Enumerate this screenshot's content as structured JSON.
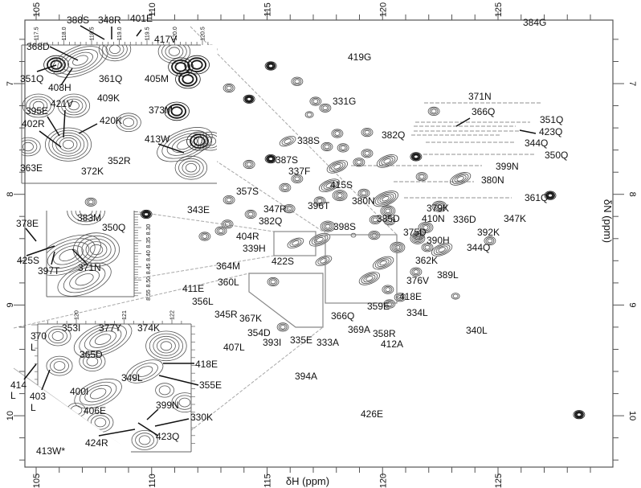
{
  "chart_data": {
    "type": "scatter",
    "subtype": "2D NMR contour spectrum with residue assignments",
    "title": "",
    "xlabel": "δH (ppm)",
    "ylabel": "δN (ppm)",
    "xlim": [
      104.5,
      130.0
    ],
    "ylim": [
      6.43,
      10.46
    ],
    "y_direction": "increasing downward",
    "grid": false,
    "x_ticks": [
      "105",
      "110",
      "115",
      "120",
      "125"
    ],
    "y_ticks": [
      "7",
      "8",
      "9",
      "10"
    ],
    "peaks": [
      [
        115.16,
        6.84,
        3,
        "s"
      ],
      [
        116.3,
        6.98,
        3,
        ""
      ],
      [
        113.35,
        7.04,
        3,
        ""
      ],
      [
        114.22,
        7.14,
        3,
        "s"
      ],
      [
        117.1,
        7.16,
        3,
        ""
      ],
      [
        117.52,
        7.22,
        3,
        ""
      ],
      [
        116.83,
        7.28,
        2,
        ""
      ],
      [
        118.04,
        7.45,
        3,
        ""
      ],
      [
        119.33,
        7.44,
        3,
        ""
      ],
      [
        115.89,
        7.52,
        3,
        "e"
      ],
      [
        117.59,
        7.57,
        3,
        ""
      ],
      [
        118.29,
        7.58,
        3,
        ""
      ],
      [
        119.33,
        7.63,
        3,
        ""
      ],
      [
        115.16,
        7.68,
        3,
        "s"
      ],
      [
        118.98,
        7.71,
        3,
        ""
      ],
      [
        118.04,
        7.75,
        4,
        "e"
      ],
      [
        120.2,
        7.7,
        4,
        "e"
      ],
      [
        114.22,
        7.73,
        3,
        ""
      ],
      [
        121.45,
        7.66,
        3,
        "s"
      ],
      [
        122.22,
        7.25,
        3,
        ""
      ],
      [
        121.7,
        7.84,
        3,
        ""
      ],
      [
        116.3,
        7.86,
        3,
        ""
      ],
      [
        112.58,
        6.69,
        3,
        "s"
      ],
      [
        123.37,
        7.86,
        4,
        "e"
      ],
      [
        127.26,
        8.01,
        3,
        "s"
      ],
      [
        122.46,
        8.11,
        4,
        ""
      ],
      [
        121.87,
        8.3,
        4,
        ""
      ],
      [
        124.65,
        8.42,
        3,
        ""
      ],
      [
        122.57,
        8.5,
        4,
        "e"
      ],
      [
        121.45,
        8.7,
        3,
        ""
      ],
      [
        123.16,
        8.92,
        2,
        ""
      ],
      [
        120.76,
        8.93,
        3,
        ""
      ],
      [
        128.51,
        9.99,
        3,
        "s"
      ],
      [
        115.78,
        7.94,
        3,
        ""
      ],
      [
        113.35,
        8.05,
        3,
        ""
      ],
      [
        114.29,
        8.18,
        3,
        ""
      ],
      [
        115.96,
        8.13,
        3,
        ""
      ],
      [
        113.28,
        8.27,
        3,
        ""
      ],
      [
        113.0,
        8.33,
        3,
        ""
      ],
      [
        112.3,
        8.38,
        3,
        ""
      ],
      [
        117.63,
        8.29,
        4,
        ""
      ],
      [
        117.28,
        8.41,
        4,
        "e"
      ],
      [
        118.74,
        8.37,
        1,
        ""
      ],
      [
        119.64,
        8.37,
        3,
        ""
      ],
      [
        115.26,
        8.79,
        3,
        ""
      ],
      [
        117.45,
        8.6,
        3,
        "e"
      ],
      [
        119.43,
        8.76,
        4,
        "e"
      ],
      [
        120.23,
        8.86,
        3,
        ""
      ],
      [
        120.3,
        8.99,
        3,
        ""
      ],
      [
        117.7,
        7.92,
        4,
        "e"
      ],
      [
        118.15,
        8.01,
        4,
        ""
      ],
      [
        117.28,
        8.06,
        3,
        ""
      ],
      [
        119.19,
        7.99,
        3,
        ""
      ],
      [
        120.13,
        8.04,
        5,
        "e"
      ],
      [
        120.23,
        8.15,
        4,
        ""
      ],
      [
        119.68,
        8.23,
        3,
        ""
      ],
      [
        120.3,
        8.24,
        3,
        ""
      ],
      [
        115.68,
        9.2,
        3,
        ""
      ],
      [
        107.37,
        8.07,
        3,
        ""
      ],
      [
        109.77,
        8.18,
        3,
        "s"
      ],
      [
        121.56,
        8.37,
        3,
        ""
      ],
      [
        120.65,
        8.48,
        4,
        ""
      ],
      [
        120.03,
        8.62,
        4,
        "e"
      ],
      [
        121.52,
        8.4,
        4,
        ""
      ],
      [
        121.94,
        8.48,
        3,
        ""
      ],
      [
        116.23,
        8.44,
        3,
        "e"
      ]
    ],
    "labels": [
      "384G",
      "419G",
      "331G",
      "371N",
      "366Q",
      "351Q",
      "423Q",
      "344Q",
      "350Q",
      "399N",
      "380N",
      "382Q",
      "338S",
      "387S",
      "337F",
      "415S",
      "357S",
      "380N",
      "396T",
      "361Q",
      "343E",
      "347R",
      "379K",
      "410N",
      "336D",
      "347K",
      "385D",
      "382Q",
      "398S",
      "375D",
      "392K",
      "404R",
      "390H",
      "344Q",
      "339H",
      "362K",
      "422S",
      "364M",
      "389L",
      "376V",
      "360L",
      "411E",
      "418E",
      "356L",
      "359E",
      "334L",
      "345R",
      "366Q",
      "367K",
      "369A",
      "340L",
      "354D",
      "358R",
      "335E",
      "393I",
      "333A",
      "412A",
      "407L",
      "394A",
      "426E"
    ],
    "insets": [
      {
        "name": "top-left-expansion",
        "x_ticks": [
          "117.5",
          "118.0",
          "118.5",
          "119.0",
          "119.5",
          "120.0",
          "120.5"
        ],
        "labels": [
          "388S",
          "348R",
          "401E",
          "417V",
          "368D",
          "351Q",
          "408H",
          "361Q",
          "405M",
          "409K",
          "421V",
          "395E",
          "402R",
          "420K",
          "373M",
          "413W",
          "363E",
          "352R",
          "372K"
        ],
        "contours": [
          [
            105.87,
            6.83,
            3,
            "s"
          ],
          [
            106.91,
            6.79,
            5,
            "e"
          ],
          [
            108.41,
            6.69,
            4,
            ""
          ],
          [
            110.98,
            6.71,
            4,
            ""
          ],
          [
            111.26,
            6.85,
            3,
            "s"
          ],
          [
            111.96,
            6.83,
            3,
            "s"
          ],
          [
            111.57,
            6.96,
            3,
            "s"
          ],
          [
            105.1,
            7.2,
            4,
            ""
          ],
          [
            106.63,
            7.2,
            4,
            ""
          ],
          [
            109.0,
            7.35,
            3,
            ""
          ],
          [
            106.39,
            7.55,
            6,
            ""
          ],
          [
            111.09,
            7.25,
            3,
            "s"
          ],
          [
            111.43,
            7.55,
            5,
            "e"
          ],
          [
            112.06,
            7.52,
            3,
            "s"
          ],
          [
            112.55,
            7.52,
            3,
            ""
          ],
          [
            111.71,
            7.76,
            4,
            ""
          ],
          [
            104.65,
            7.57,
            3,
            ""
          ]
        ]
      },
      {
        "name": "middle-left-expansion",
        "y_ticks": [
          "8.30",
          "8.35",
          "8.40",
          "8.45",
          "8.50",
          "8.55"
        ],
        "labels": [
          "383M",
          "350Q",
          "378E",
          "425S",
          "397T",
          "371N"
        ],
        "contours": [
          [
            107.16,
            8.15,
            4,
            ""
          ],
          [
            106.39,
            8.55,
            5,
            "e"
          ],
          [
            107.61,
            8.5,
            5,
            ""
          ],
          [
            107.09,
            8.77,
            4,
            "e"
          ]
        ]
      },
      {
        "name": "bottom-left-expansion",
        "x_ticks": [
          "120",
          "121",
          "122"
        ],
        "labels": [
          "353I",
          "377Y",
          "374K",
          "370",
          "L",
          "365D",
          "418E",
          "349L",
          "355E",
          "400I",
          "414",
          "L",
          "403",
          "L",
          "406E",
          "399N",
          "330K",
          "423Q",
          "424R",
          "413W*"
        ],
        "contours": [
          [
            105.94,
            9.28,
            3,
            ""
          ],
          [
            107.89,
            9.31,
            5,
            "e"
          ],
          [
            110.63,
            9.37,
            5,
            ""
          ],
          [
            107.43,
            9.51,
            3,
            ""
          ],
          [
            106.01,
            9.55,
            3,
            ""
          ],
          [
            109.7,
            9.6,
            3,
            "e"
          ],
          [
            107.68,
            9.8,
            4,
            "e"
          ],
          [
            106.74,
            9.95,
            2,
            ""
          ],
          [
            110.57,
            9.77,
            2,
            ""
          ],
          [
            111.43,
            9.88,
            3,
            ""
          ],
          [
            107.78,
            10.06,
            3,
            ""
          ],
          [
            109.7,
            10.22,
            3,
            ""
          ]
        ]
      }
    ]
  }
}
